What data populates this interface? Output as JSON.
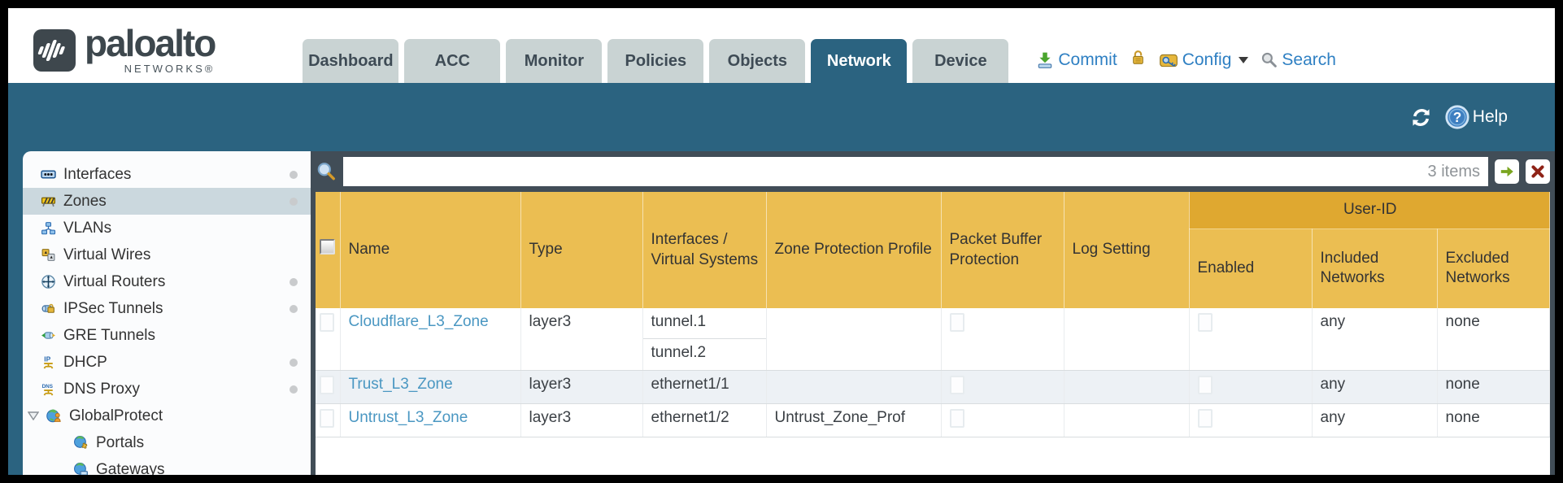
{
  "brand": {
    "name": "paloalto",
    "sub": "NETWORKS®"
  },
  "tabs": [
    {
      "label": "Dashboard",
      "active": false
    },
    {
      "label": "ACC",
      "active": false
    },
    {
      "label": "Monitor",
      "active": false
    },
    {
      "label": "Policies",
      "active": false
    },
    {
      "label": "Objects",
      "active": false
    },
    {
      "label": "Network",
      "active": true
    },
    {
      "label": "Device",
      "active": false
    }
  ],
  "topbar": {
    "commit": "Commit",
    "config": "Config",
    "search": "Search",
    "help": "Help"
  },
  "sidebar": {
    "items": [
      {
        "label": "Interfaces",
        "icon": "interfaces-icon",
        "dot": true,
        "selected": false
      },
      {
        "label": "Zones",
        "icon": "zones-icon",
        "dot": true,
        "selected": true
      },
      {
        "label": "VLANs",
        "icon": "vlans-icon",
        "dot": false,
        "selected": false
      },
      {
        "label": "Virtual Wires",
        "icon": "virtual-wires-icon",
        "dot": false,
        "selected": false
      },
      {
        "label": "Virtual Routers",
        "icon": "virtual-routers-icon",
        "dot": true,
        "selected": false
      },
      {
        "label": "IPSec Tunnels",
        "icon": "ipsec-tunnels-icon",
        "dot": true,
        "selected": false
      },
      {
        "label": "GRE Tunnels",
        "icon": "gre-tunnels-icon",
        "dot": false,
        "selected": false
      },
      {
        "label": "DHCP",
        "icon": "dhcp-icon",
        "dot": true,
        "selected": false
      },
      {
        "label": "DNS Proxy",
        "icon": "dns-proxy-icon",
        "dot": true,
        "selected": false
      },
      {
        "label": "GlobalProtect",
        "icon": "globalprotect-icon",
        "dot": false,
        "selected": false,
        "expanded": true
      },
      {
        "label": "Portals",
        "icon": "portals-icon",
        "dot": false,
        "selected": false,
        "indent": true
      },
      {
        "label": "Gateways",
        "icon": "gateways-icon",
        "dot": false,
        "selected": false,
        "indent": true
      }
    ]
  },
  "filter": {
    "value": "",
    "count_label": "3 items"
  },
  "table": {
    "group_header": "User-ID",
    "columns": [
      "Name",
      "Type",
      "Interfaces / Virtual Systems",
      "Zone Protection Profile",
      "Packet Buffer Protection",
      "Log Setting",
      "Enabled",
      "Included Networks",
      "Excluded Networks"
    ],
    "rows": [
      {
        "name": "Cloudflare_L3_Zone",
        "type": "layer3",
        "interfaces": [
          "tunnel.1",
          "tunnel.2"
        ],
        "zone_protection_profile": "",
        "log_setting": "",
        "included_networks": "any",
        "excluded_networks": "none"
      },
      {
        "name": "Trust_L3_Zone",
        "type": "layer3",
        "interfaces": [
          "ethernet1/1"
        ],
        "zone_protection_profile": "",
        "log_setting": "",
        "included_networks": "any",
        "excluded_networks": "none"
      },
      {
        "name": "Untrust_L3_Zone",
        "type": "layer3",
        "interfaces": [
          "ethernet1/2"
        ],
        "zone_protection_profile": "Untrust_Zone_Prof",
        "log_setting": "",
        "included_networks": "any",
        "excluded_networks": "none"
      }
    ]
  },
  "colors": {
    "teal": "#2B6380",
    "slate": "#414D57",
    "header_gold": "#EBBE52",
    "group_gold": "#DFA830",
    "link_blue": "#4A97C2",
    "tab_inactive": "#C9D3D3",
    "action_blue": "#2F80C3",
    "selected_item": "#CBD8DE",
    "alt_row": "#EDF1F5"
  }
}
